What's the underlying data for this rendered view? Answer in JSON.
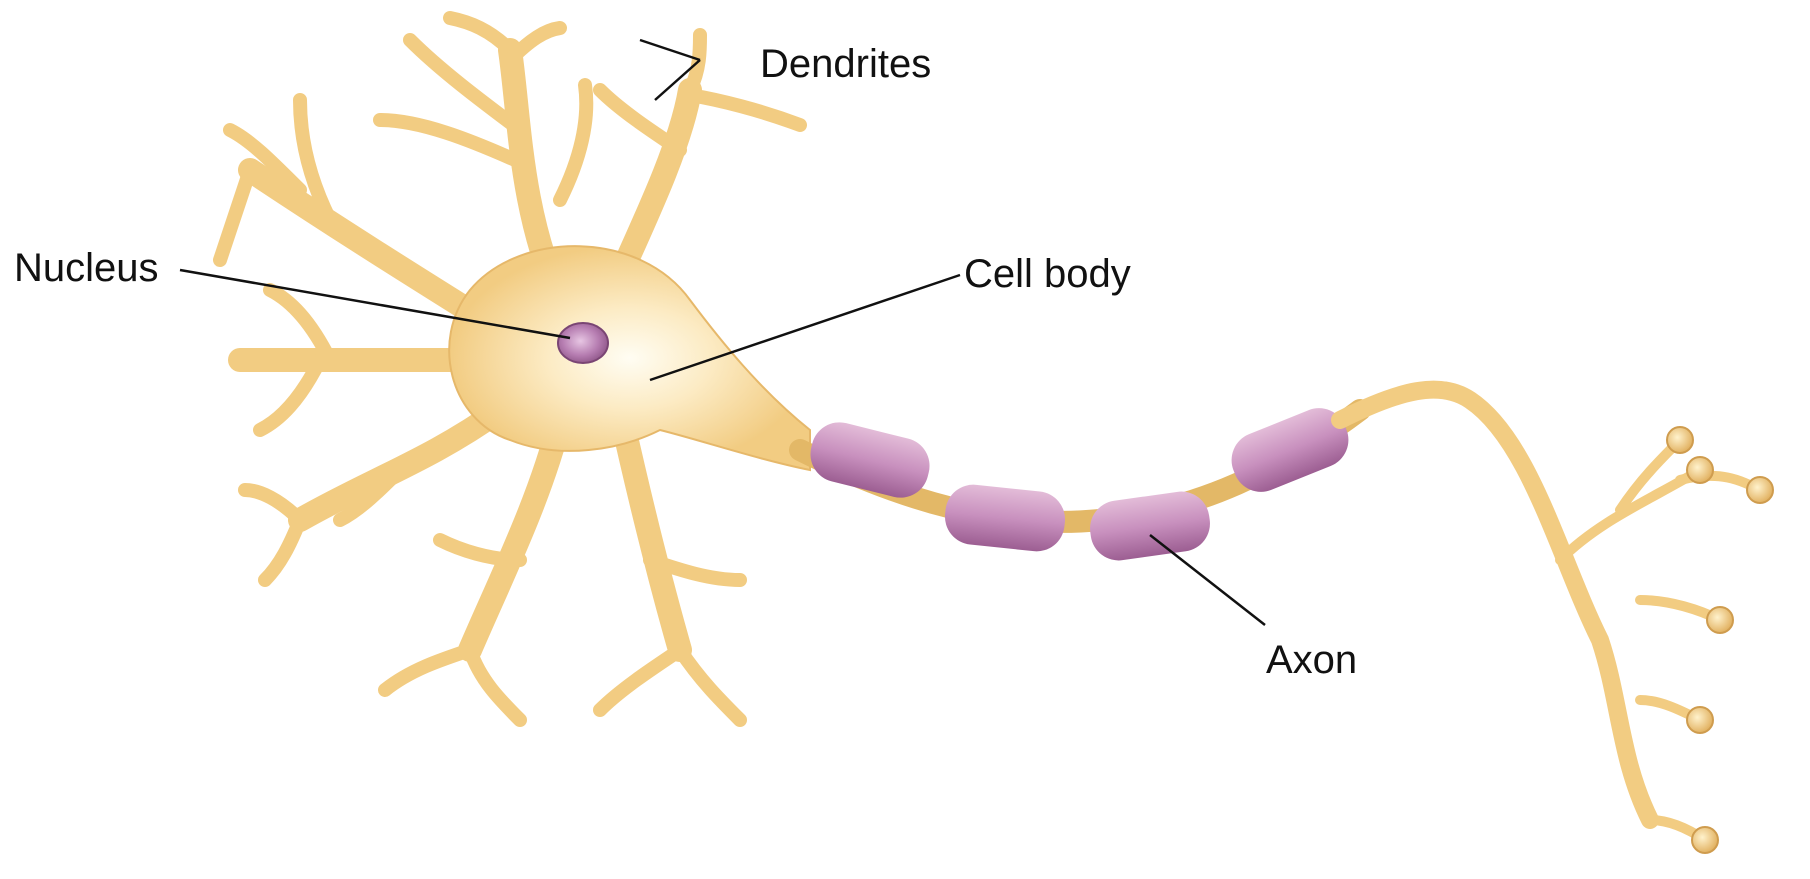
{
  "labels": {
    "dendrites": "Dendrites",
    "nucleus": "Nucleus",
    "cell_body": "Cell body",
    "axon": "Axon"
  },
  "colors": {
    "neuron_fill": "#F2CC82",
    "neuron_edge": "#D9A44E",
    "myelin": "#C58BB8",
    "nucleus": "#A36A9E",
    "leader_line": "#111111"
  }
}
